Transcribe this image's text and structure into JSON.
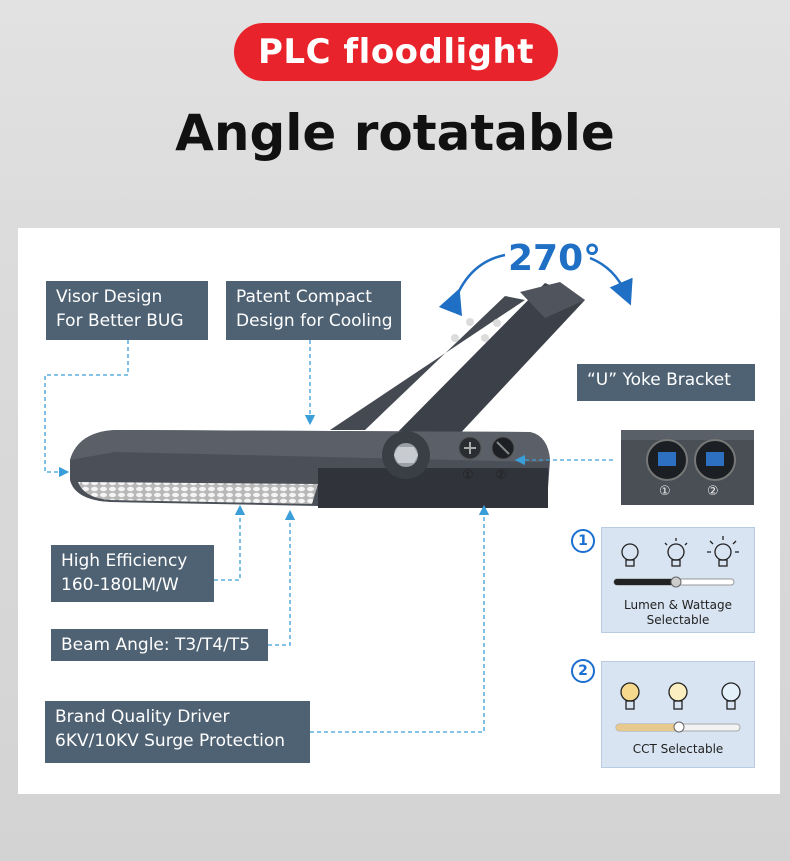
{
  "header": {
    "badge": "PLC floodlight",
    "title": "Angle rotatable"
  },
  "rotation": {
    "degrees": "270°"
  },
  "callouts": {
    "visor": [
      "Visor Design",
      "For Better BUG"
    ],
    "patent": [
      "Patent Compact",
      "Design for Cooling"
    ],
    "yoke": "“U” Yoke Bracket",
    "efficiency": [
      "High Efficiency",
      "160-180LM/W"
    ],
    "beam": "Beam Angle: T3/T4/T5",
    "driver": [
      "Brand Quality Driver",
      "6KV/10KV Surge Protection"
    ]
  },
  "switches": {
    "num1": "①",
    "num2": "②"
  },
  "selectors": {
    "lumen": {
      "number": "1",
      "caption_line1": "Lumen & Wattage",
      "caption_line2": "Selectable",
      "level": 0.5
    },
    "cct": {
      "number": "2",
      "caption": "CCT Selectable",
      "level": 0.5
    }
  },
  "colors": {
    "badge_red": "#e8232b",
    "label_bg": "#4f6273",
    "accent_blue": "#1f6fc4",
    "dash_blue": "#3a9ed8",
    "panel_bg": "#d8e4f2"
  }
}
